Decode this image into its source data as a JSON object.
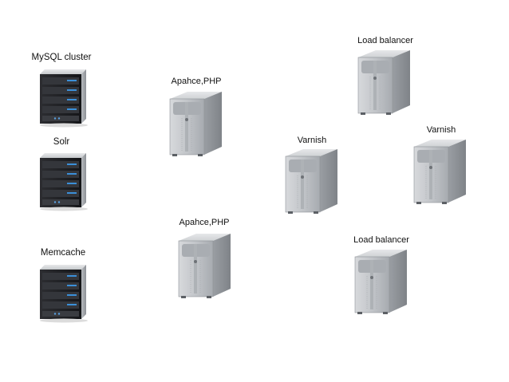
{
  "nodes": [
    {
      "id": "mysql",
      "label": "MySQL cluster",
      "kind": "rack-server"
    },
    {
      "id": "solr",
      "label": "Solr",
      "kind": "rack-server"
    },
    {
      "id": "memcache",
      "label": "Memcache",
      "kind": "rack-server"
    },
    {
      "id": "apache1",
      "label": "Apahce,PHP",
      "kind": "tower-server"
    },
    {
      "id": "apache2",
      "label": "Apahce,PHP",
      "kind": "tower-server"
    },
    {
      "id": "varnish1",
      "label": "Varnish",
      "kind": "tower-server"
    },
    {
      "id": "varnish2",
      "label": "Varnish",
      "kind": "tower-server"
    },
    {
      "id": "lb1",
      "label": "Load balancer",
      "kind": "tower-server"
    },
    {
      "id": "lb2",
      "label": "Load balancer",
      "kind": "tower-server"
    }
  ],
  "colors": {
    "rack_body": "#1e1f22",
    "rack_light": "#3b8fd8",
    "tower_body": "#b9bcc0",
    "tower_face": "#9ea2a7"
  }
}
